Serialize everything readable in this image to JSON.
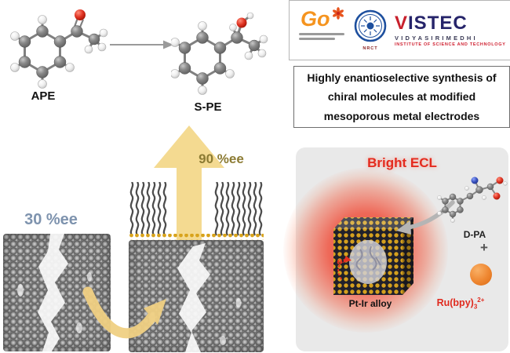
{
  "reaction": {
    "reactant_label": "APE",
    "product_label": "S-PE",
    "reactant_ee": "30 %ee",
    "product_ee": "90 %ee"
  },
  "logos": {
    "go": {
      "text": "Go"
    },
    "nrct": {
      "label": "NRCT"
    },
    "vistec": {
      "wordmark_v": "V",
      "wordmark_rest": "ISTEC",
      "subtitle": "VIDYASIRIMEDHI",
      "tagline": "INSTITUTE OF SCIENCE AND TECHNOLOGY"
    }
  },
  "headline": {
    "line1": "Highly enantioselective synthesis of",
    "line2": "chiral molecules at modified",
    "line3": "mesoporous metal electrodes"
  },
  "ecl": {
    "title": "Bright ECL",
    "electron": "e⁻",
    "molecule_label": "D-PA",
    "plus": "+",
    "reagent_base": "Ru(bpy)",
    "reagent_sub": "3",
    "reagent_sup": "2+",
    "electrode_label": "Pt-Ir alloy"
  },
  "colors": {
    "arrow_yellow": "#f3d88b",
    "ee_blue": "#7e93ae",
    "ee_olive": "#8c7b33",
    "ecl_red": "#e42a1e",
    "gold_dots": "#d4a01e",
    "orange_sphere": "#ee8630",
    "vistec_navy": "#26246a",
    "vistec_red": "#cf1f2f",
    "go_orange": "#f5941f"
  }
}
